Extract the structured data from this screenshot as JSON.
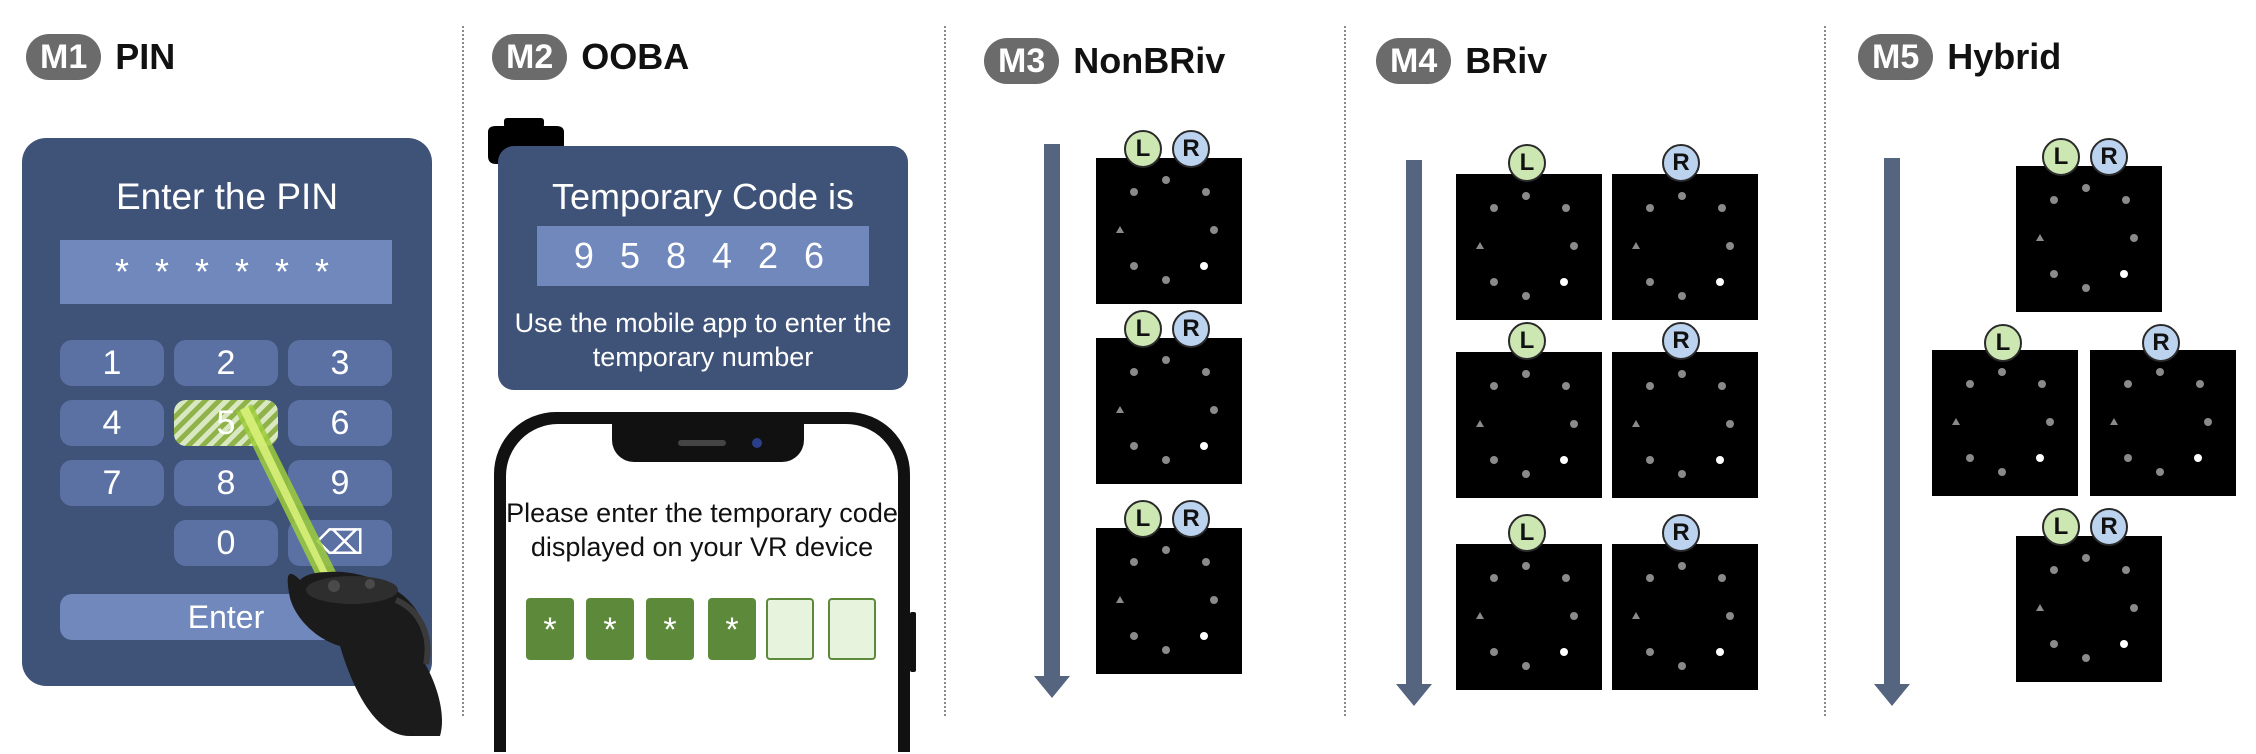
{
  "methods": [
    {
      "badge": "M1",
      "title": "PIN"
    },
    {
      "badge": "M2",
      "title": "OOBA"
    },
    {
      "badge": "M3",
      "title": "NonBRiv"
    },
    {
      "badge": "M4",
      "title": "BRiv"
    },
    {
      "badge": "M5",
      "title": "Hybrid"
    }
  ],
  "pin": {
    "title": "Enter the PIN",
    "masked": "* * * * * *",
    "keys": [
      "1",
      "2",
      "3",
      "4",
      "5",
      "6",
      "7",
      "8",
      "9",
      "0"
    ],
    "backspace_glyph": "⌫",
    "enter_label": "Enter",
    "highlighted_key": "5"
  },
  "ooba": {
    "code_title": "Temporary Code is",
    "code": "9 5 8 4 2 6",
    "note": "Use the mobile app to enter the temporary number",
    "phone_prompt": "Please enter the temporary code displayed on your VR device",
    "cells": [
      "*",
      "*",
      "*",
      "*",
      "",
      ""
    ]
  },
  "eye_labels": {
    "left": "L",
    "right": "R"
  },
  "colors": {
    "card": "#3f5278",
    "key": "#5b71a4",
    "field": "#7188bd",
    "left_eye": "#cde7b3",
    "right_eye": "#bcd3ef",
    "arrow": "#56657f"
  }
}
